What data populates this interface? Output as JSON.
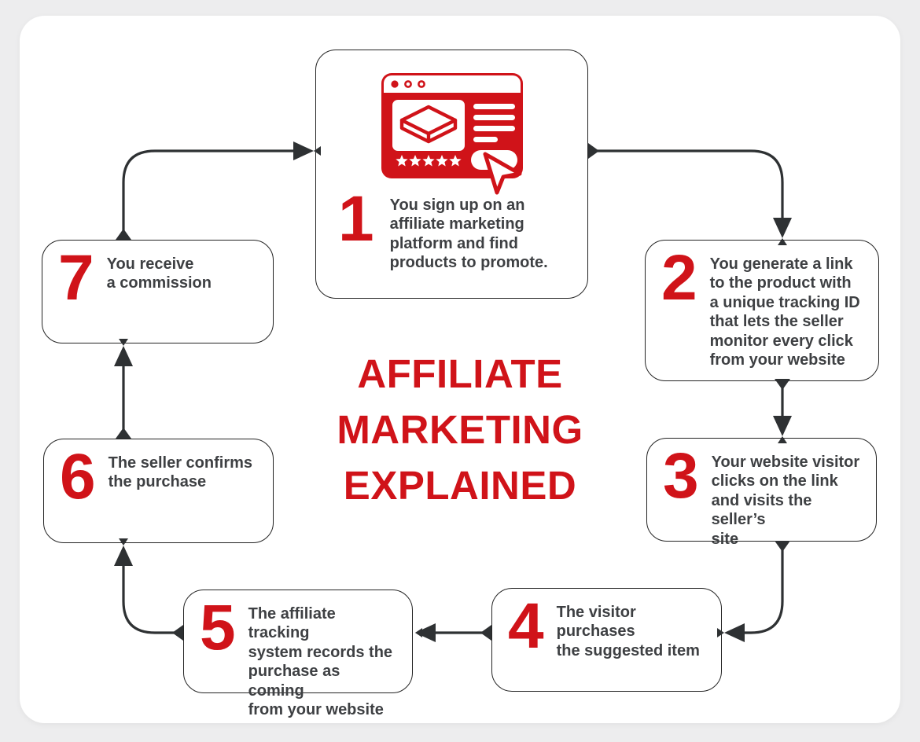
{
  "title": {
    "lines": [
      "AFFILIATE",
      "MARKETING",
      "EXPLAINED"
    ]
  },
  "steps": [
    {
      "number": "1",
      "text": "You sign up on an\naffiliate marketing\nplatform and find\nproducts to promote."
    },
    {
      "number": "2",
      "text": "You generate a link\nto the product with\na unique tracking ID\nthat lets the seller\nmonitor every click\nfrom your website"
    },
    {
      "number": "3",
      "text": "Your website visitor\nclicks on the link\nand visits the seller’s\nsite"
    },
    {
      "number": "4",
      "text": "The visitor purchases\nthe suggested item"
    },
    {
      "number": "5",
      "text": "The affiliate tracking\nsystem records the\npurchase as coming\nfrom your website"
    },
    {
      "number": "6",
      "text": "The seller confirms\nthe purchase"
    },
    {
      "number": "7",
      "text": "You receive\na commission"
    }
  ],
  "icons": {
    "browser_illustration": "browser-window-product-listing-with-rating-stars-text-lines-button-and-cursor"
  },
  "flow": {
    "order": [
      "1",
      "2",
      "3",
      "4",
      "5",
      "6",
      "7"
    ],
    "loop": true
  },
  "colors": {
    "accent_red": "#d01319",
    "connector_dark": "#2e3133",
    "text_dark": "#3e4043",
    "page_background": "#ededee",
    "card_background": "#ffffff",
    "box_border": "#232323"
  }
}
